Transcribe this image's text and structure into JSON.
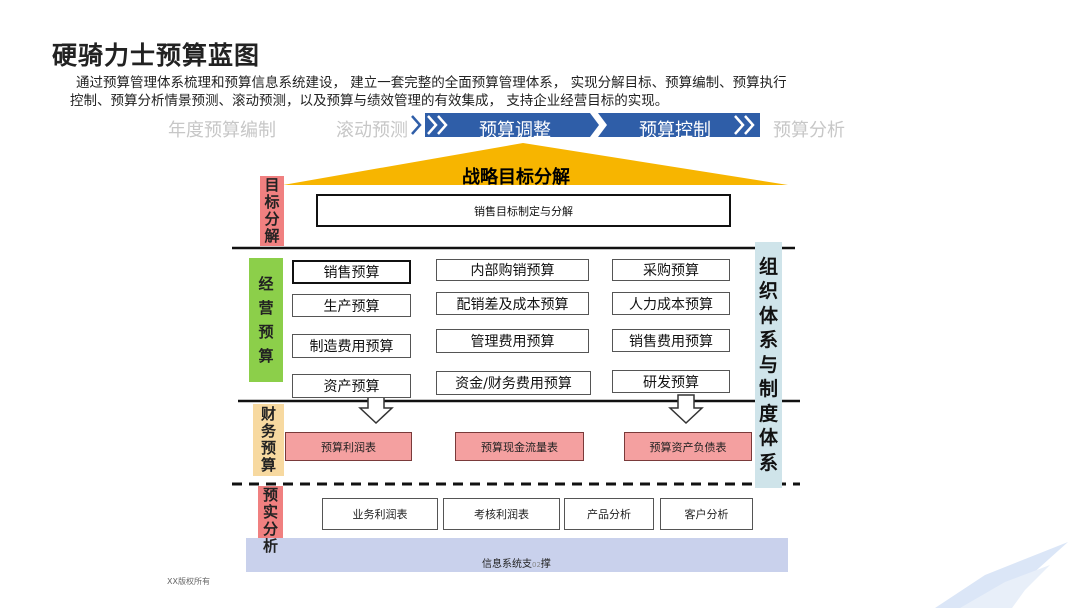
{
  "title": "硬骑力士预算蓝图",
  "intro": {
    "line1": "通过预算管理体系梳理和预算信息系统建设， 建立一套完整的全面预算管理体系， 实现分解目标、预算编制、预算执行",
    "line2": "控制、预算分析情景预测、滚动预测，以及预算与绩效管理的有效集成， 支持企业经营目标的实现。"
  },
  "stages": [
    "年度预算编制",
    "滚动预测",
    "预算调整",
    "预算控制",
    "预算分析"
  ],
  "roof": {
    "title": "战略目标分解",
    "box": "销售目标制定与分解"
  },
  "sections": {
    "goal": "目标分解",
    "operating": "经营预算",
    "finance": "财务预算",
    "analysis": "预实分析"
  },
  "operating_items": [
    "销售预算",
    "内部购销预算",
    "采购预算",
    "生产预算",
    "配销差及成本预算",
    "人力成本预算",
    "制造费用预算",
    "管理费用预算",
    "销售费用预算",
    "资产预算",
    "资金/财务费用预算",
    "研发预算"
  ],
  "finance_items": [
    "预算利润表",
    "预算现金流量表",
    "预算资产负债表"
  ],
  "analysis_items": [
    "业务利润表",
    "考核利润表",
    "产品分析",
    "客户分析"
  ],
  "info_support": {
    "left": "信息系统支",
    "page": "02",
    "right": "撑"
  },
  "side_label": "组织体系与制度体系",
  "footer": "XX版权所有",
  "colors": {
    "goal": "#f08080",
    "operating": "#8ccf4a",
    "finance": "#f7d9a0",
    "analysis": "#f08080",
    "roof": "#f7b500",
    "chevron": "#2f5ea8",
    "info": "#c9d1ec",
    "side": "#cfe4ea"
  }
}
